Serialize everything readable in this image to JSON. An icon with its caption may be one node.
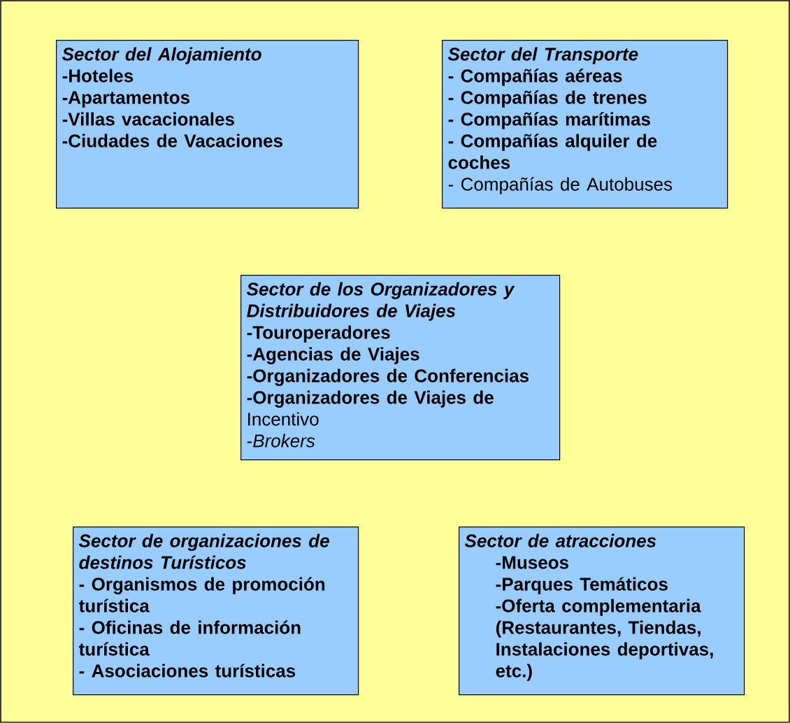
{
  "diagram": {
    "nodes": [
      {
        "text": [
          "Sector del Alojamiento",
          "**-Hoteles**",
          "**-Apartamentos**",
          "**-Villas vacacionales**",
          "**-Ciudades de Vacaciones**"
        ]
      },
      {
        "text": [
          "Sector  del Transporte",
          "**- Compañías aéreas**",
          "**- Compañías de trenes**",
          "**- Compañías marítimas**",
          "**- Compañías alquiler de coches**",
          "- Compañías de Autobuses"
        ]
      },
      {
        "text": [
          "Sector de los Organizadores y Distribuidores de Viajes",
          "**-Touroperadores**",
          "**-Agencias de Viajes**",
          "**-Organizadores de Conferencias**",
          "**-Organizadores de Viajes de** Incentivo",
          "-*Brokers*"
        ]
      },
      {
        "text": [
          "Sector de organizaciones de destinos Turísticos",
          "**- Organismos de promoción turística**",
          "**- Oficinas de información turística**",
          "**- Asociaciones turísticas**"
        ]
      },
      {
        "text": [
          "Sector de atracciones",
          "**-Museos**",
          "**-Parques Temáticos**",
          "**-Oferta complementaria (Restaurantes, Tiendas, Instalaciones deportivas, etc.)**"
        ]
      }
    ],
    "edges": []
  }
}
